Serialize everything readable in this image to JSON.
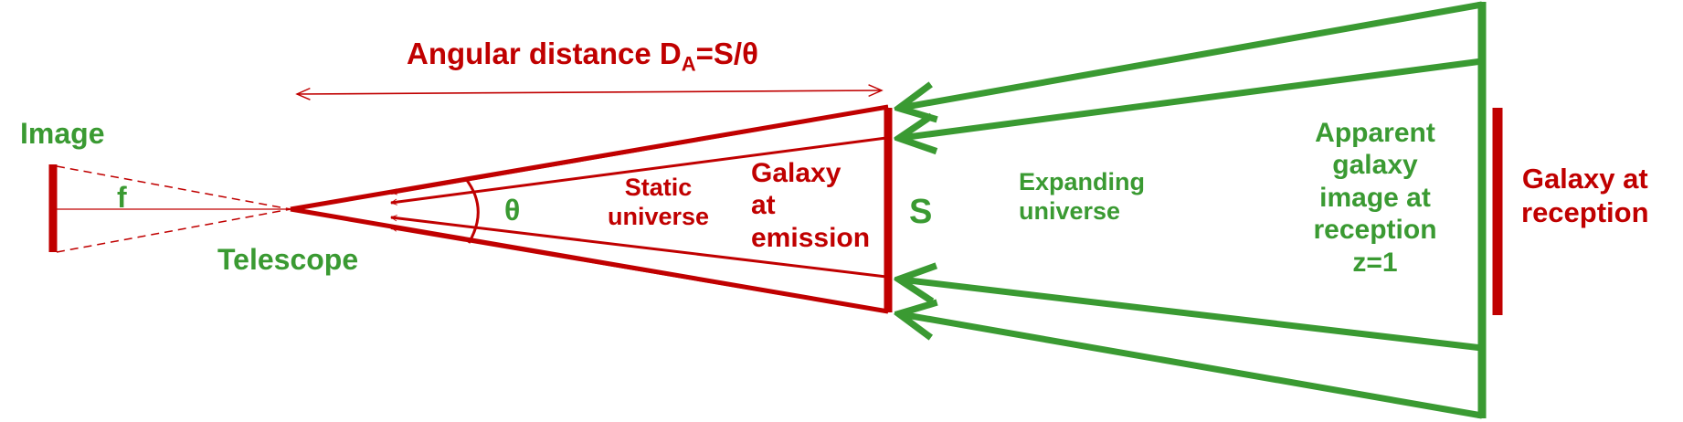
{
  "colors": {
    "red": "#c00000",
    "green": "#3a9a32",
    "background": "#ffffff"
  },
  "title": {
    "main": "Angular distance D",
    "subscript": "A",
    "formula": "=S/θ"
  },
  "labels": {
    "image": "Image",
    "focal_length": "f",
    "telescope": "Telescope",
    "theta": "θ",
    "static_universe": [
      "Static",
      "universe"
    ],
    "galaxy_at_emission": [
      "Galaxy",
      "at",
      "emission"
    ],
    "size": "S",
    "expanding_universe": [
      "Expanding",
      "universe"
    ],
    "apparent_galaxy_image": [
      "Apparent",
      "galaxy",
      "image at",
      "reception",
      "z=1"
    ],
    "galaxy_at_reception": [
      "Galaxy at",
      "reception"
    ]
  }
}
